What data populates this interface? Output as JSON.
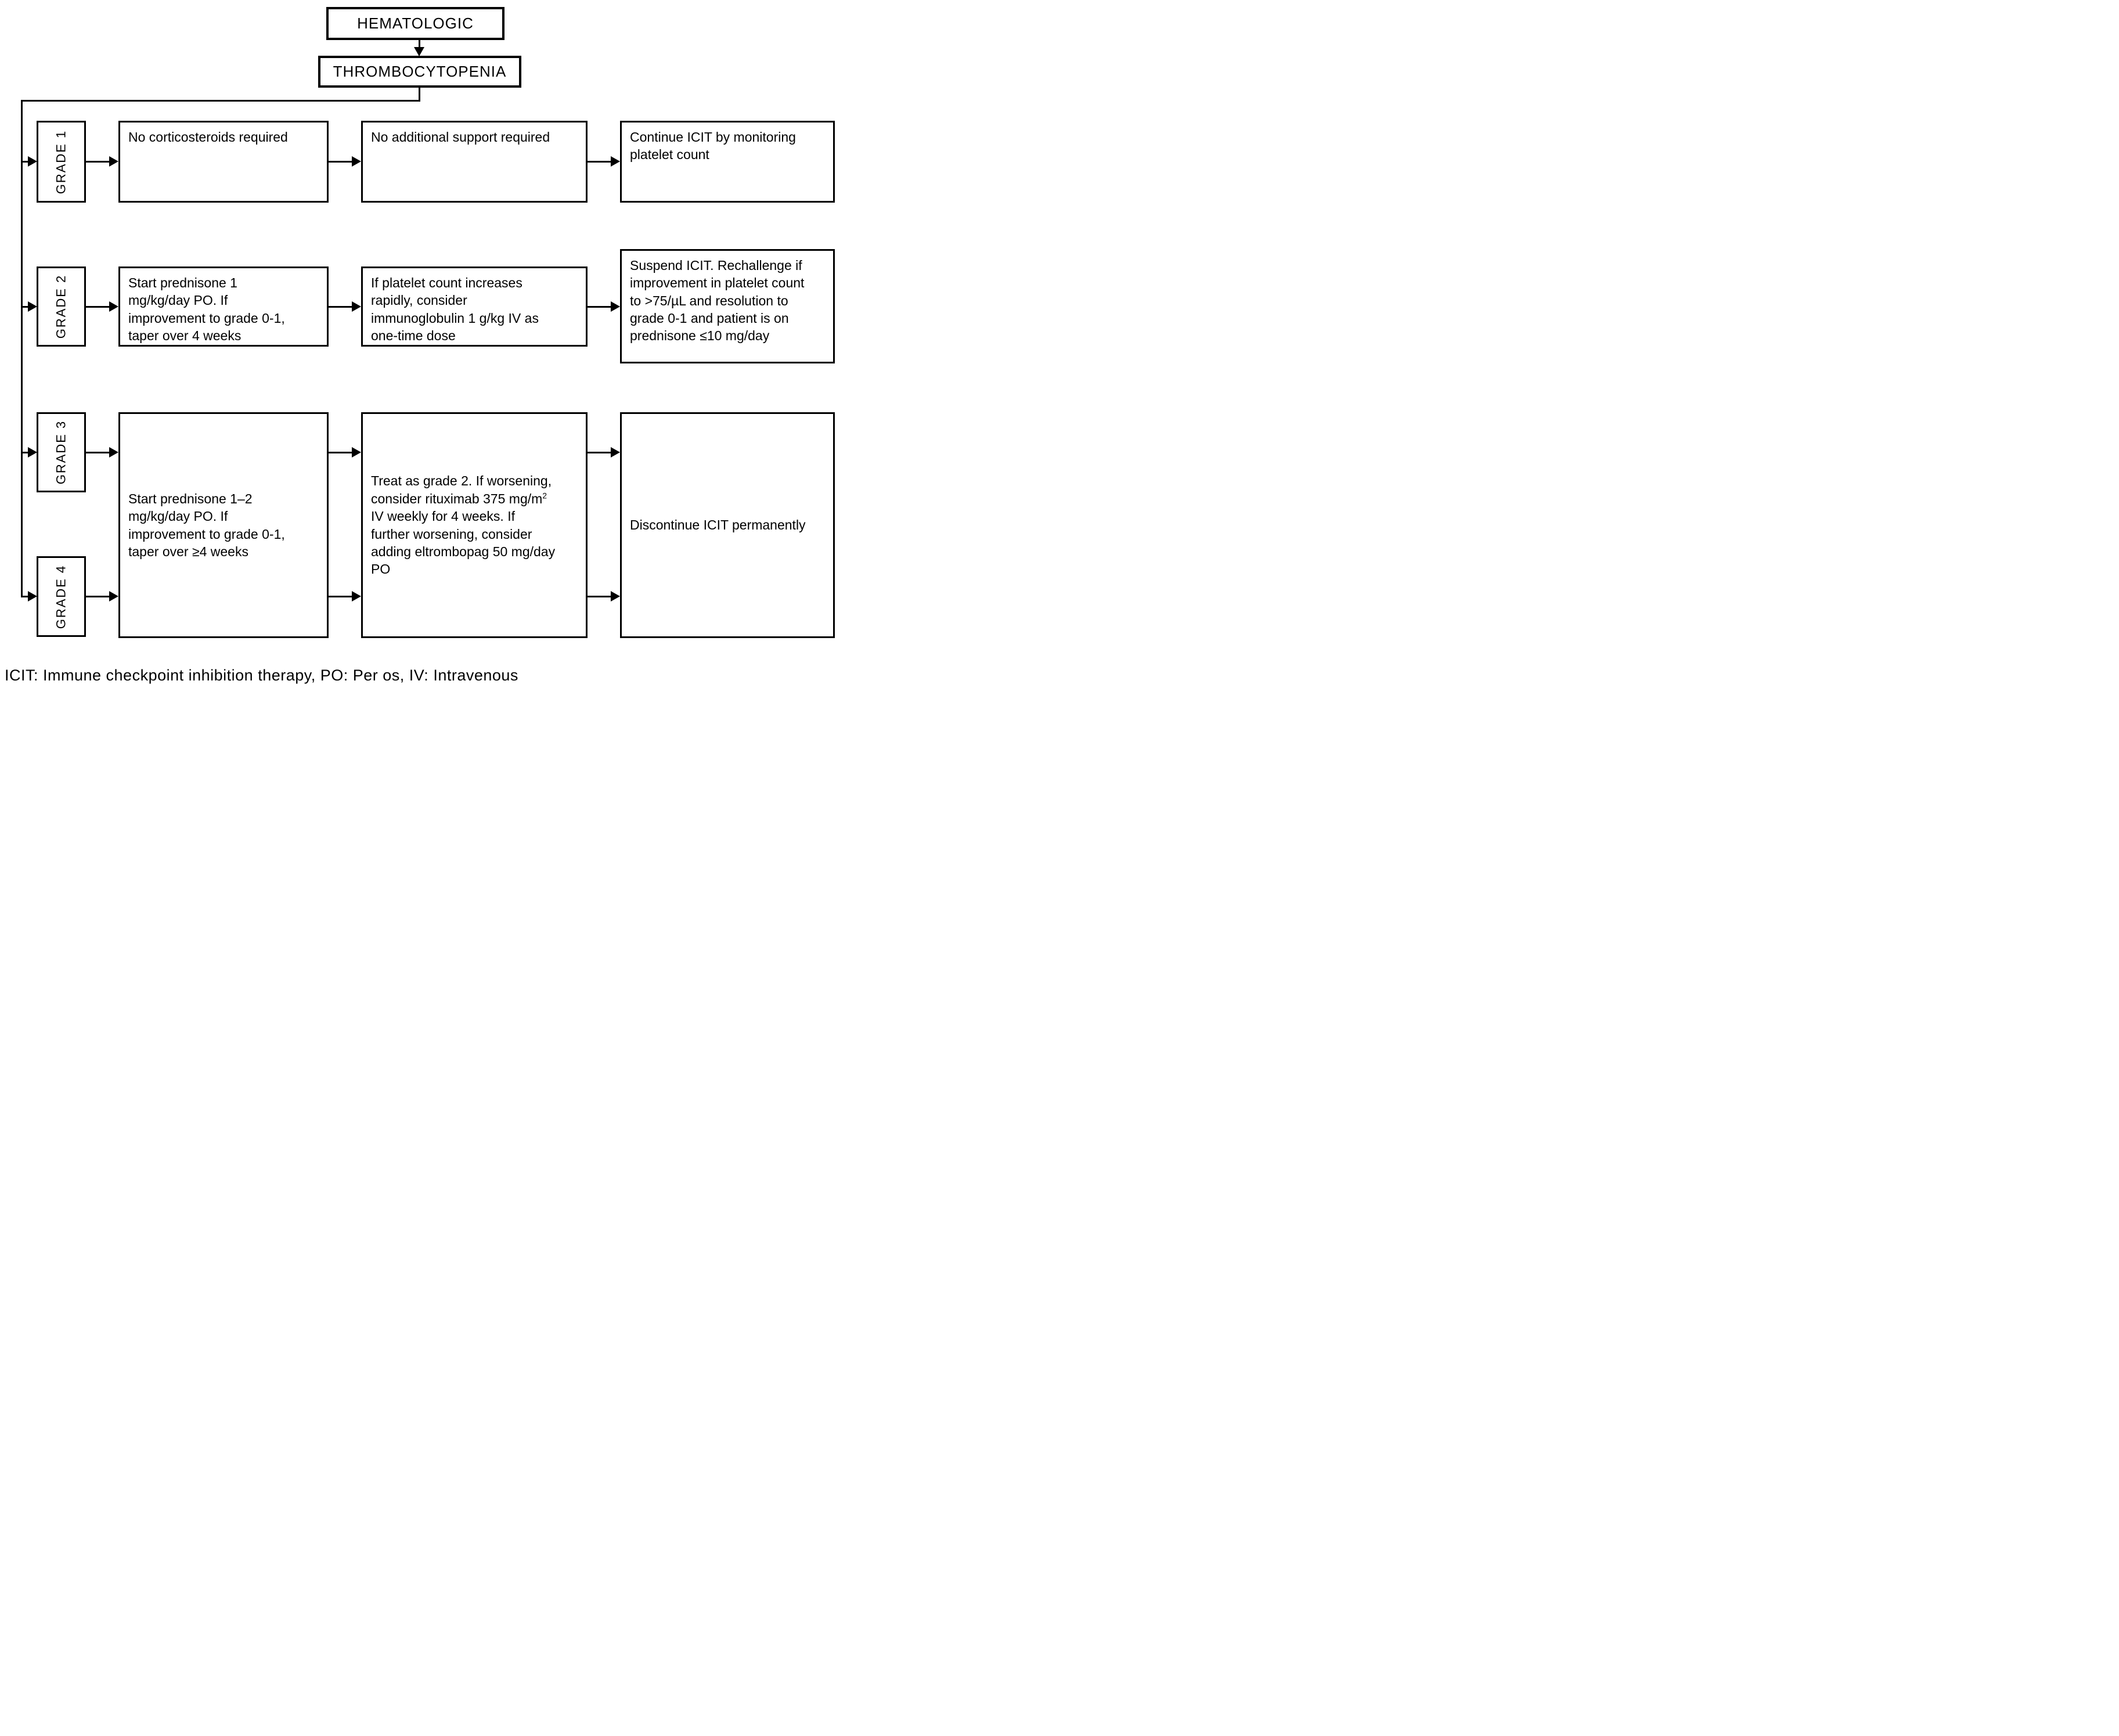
{
  "title_boxes": {
    "root": "HEMATOLOGIC",
    "condition": "THROMBOCYTOPENIA"
  },
  "grades": {
    "g1": {
      "label": "GRADE 1",
      "steps": {
        "s1": "No corticosteroids required",
        "s2": "No additional support required",
        "s3": "Continue ICIT by monitoring\nplatelet count"
      }
    },
    "g2": {
      "label": "GRADE 2",
      "steps": {
        "s1": "Start prednisone 1\nmg/kg/day PO. If\nimprovement to grade 0-1,\ntaper over 4 weeks",
        "s2": "If platelet count increases\nrapidly, consider\nimmunoglobulin 1 g/kg IV as\none-time dose",
        "s3": "Suspend ICIT. Rechallenge if\nimprovement in platelet count\nto >75/µL and resolution to\ngrade 0-1 and patient is on\nprednisone ≤10 mg/day"
      }
    },
    "g3": {
      "label": "GRADE 3"
    },
    "g4": {
      "label": "GRADE 4"
    },
    "g34": {
      "steps": {
        "s1": "Start prednisone 1–2\nmg/kg/day PO. If\nimprovement to grade 0-1,\ntaper over ≥4 weeks",
        "s2_pre": "Treat as grade 2. If worsening,\nconsider rituximab 375 mg/m",
        "s2_sup": "2",
        "s2_post": "\nIV weekly for 4 weeks. If\nfurther worsening, consider\nadding eltrombopag 50 mg/day\nPO",
        "s3": "Discontinue ICIT permanently"
      }
    }
  },
  "legend": "ICIT: Immune checkpoint inhibition therapy, PO: Per os, IV: Intravenous",
  "colors": {
    "line": "#000000",
    "background": "#ffffff"
  }
}
